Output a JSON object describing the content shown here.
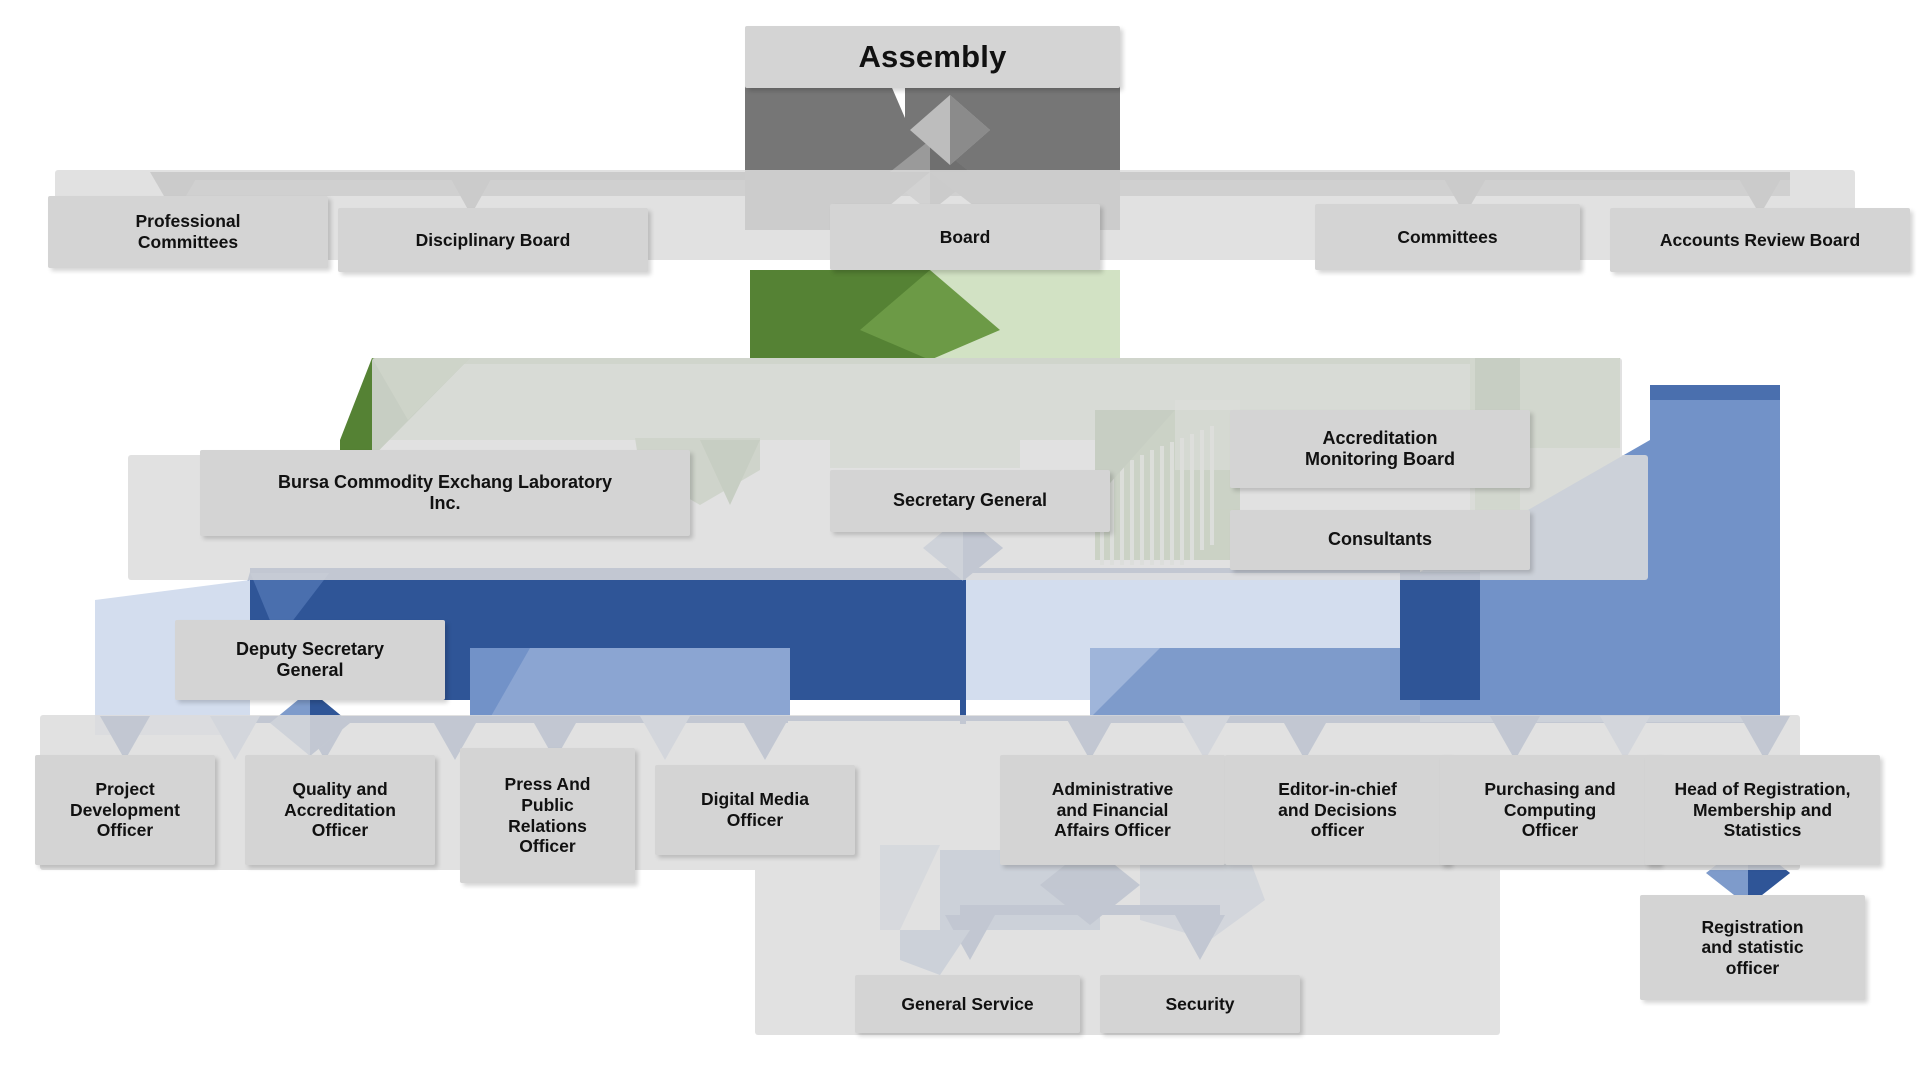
{
  "chart": {
    "kind": "org-chart",
    "title": "Assembly",
    "palette": {
      "node_fill": "#d4d4d4",
      "text": "#111111",
      "grey_dark": "#767676",
      "grey_mid": "#8e8e8e",
      "grey_light": "#bfbfbf",
      "green_dark": "#558234",
      "green_mid": "#9fbf84",
      "green_light": "#d2e2c4",
      "blue_dark": "#2f5597",
      "blue_mid": "#7292c8",
      "blue_soft": "#9fb5da",
      "blue_light": "#d3ddee"
    },
    "levels": [
      {
        "name": "level-1",
        "nodes": [
          {
            "id": "assembly",
            "label": "Assembly"
          }
        ]
      },
      {
        "name": "level-2",
        "nodes": [
          {
            "id": "professional-committees",
            "label": "Professional\nCommittees"
          },
          {
            "id": "disciplinary-board",
            "label": "Disciplinary Board"
          },
          {
            "id": "board",
            "label": "Board"
          },
          {
            "id": "committees",
            "label": "Committees"
          },
          {
            "id": "accounts-review-board",
            "label": "Accounts Review Board"
          }
        ]
      },
      {
        "name": "level-3",
        "nodes": [
          {
            "id": "bursa-lab",
            "label": "Bursa Commodity Exchang Laboratory\nInc."
          },
          {
            "id": "secretary-general",
            "label": "Secretary General"
          },
          {
            "id": "accreditation-monitoring-board",
            "label": "Accreditation\nMonitoring Board"
          },
          {
            "id": "consultants",
            "label": "Consultants"
          }
        ]
      },
      {
        "name": "level-4",
        "nodes": [
          {
            "id": "deputy-secretary-general",
            "label": "Deputy Secretary\nGeneral"
          }
        ]
      },
      {
        "name": "level-5",
        "nodes": [
          {
            "id": "project-development-officer",
            "label": "Project\nDevelopment\nOfficer"
          },
          {
            "id": "quality-accreditation-officer",
            "label": "Quality and\nAccreditation\nOfficer"
          },
          {
            "id": "press-public-relations-officer",
            "label": "Press And\nPublic\nRelations\nOfficer"
          },
          {
            "id": "digital-media-officer",
            "label": "Digital Media\nOfficer"
          },
          {
            "id": "administrative-financial-affairs-officer",
            "label": "Administrative\nand Financial\nAffairs Officer"
          },
          {
            "id": "editor-in-chief-decisions-officer",
            "label": "Editor-in-chief\nand Decisions\nofficer"
          },
          {
            "id": "purchasing-computing-officer",
            "label": "Purchasing and\nComputing\nOfficer"
          },
          {
            "id": "head-registration-membership-statistics",
            "label": "Head of Registration,\nMembership and\nStatistics"
          }
        ]
      },
      {
        "name": "level-6",
        "nodes": [
          {
            "id": "general-service",
            "label": "General Service"
          },
          {
            "id": "security",
            "label": "Security"
          },
          {
            "id": "registration-statistic-officer",
            "label": "Registration\nand statistic\nofficer"
          }
        ]
      }
    ]
  }
}
